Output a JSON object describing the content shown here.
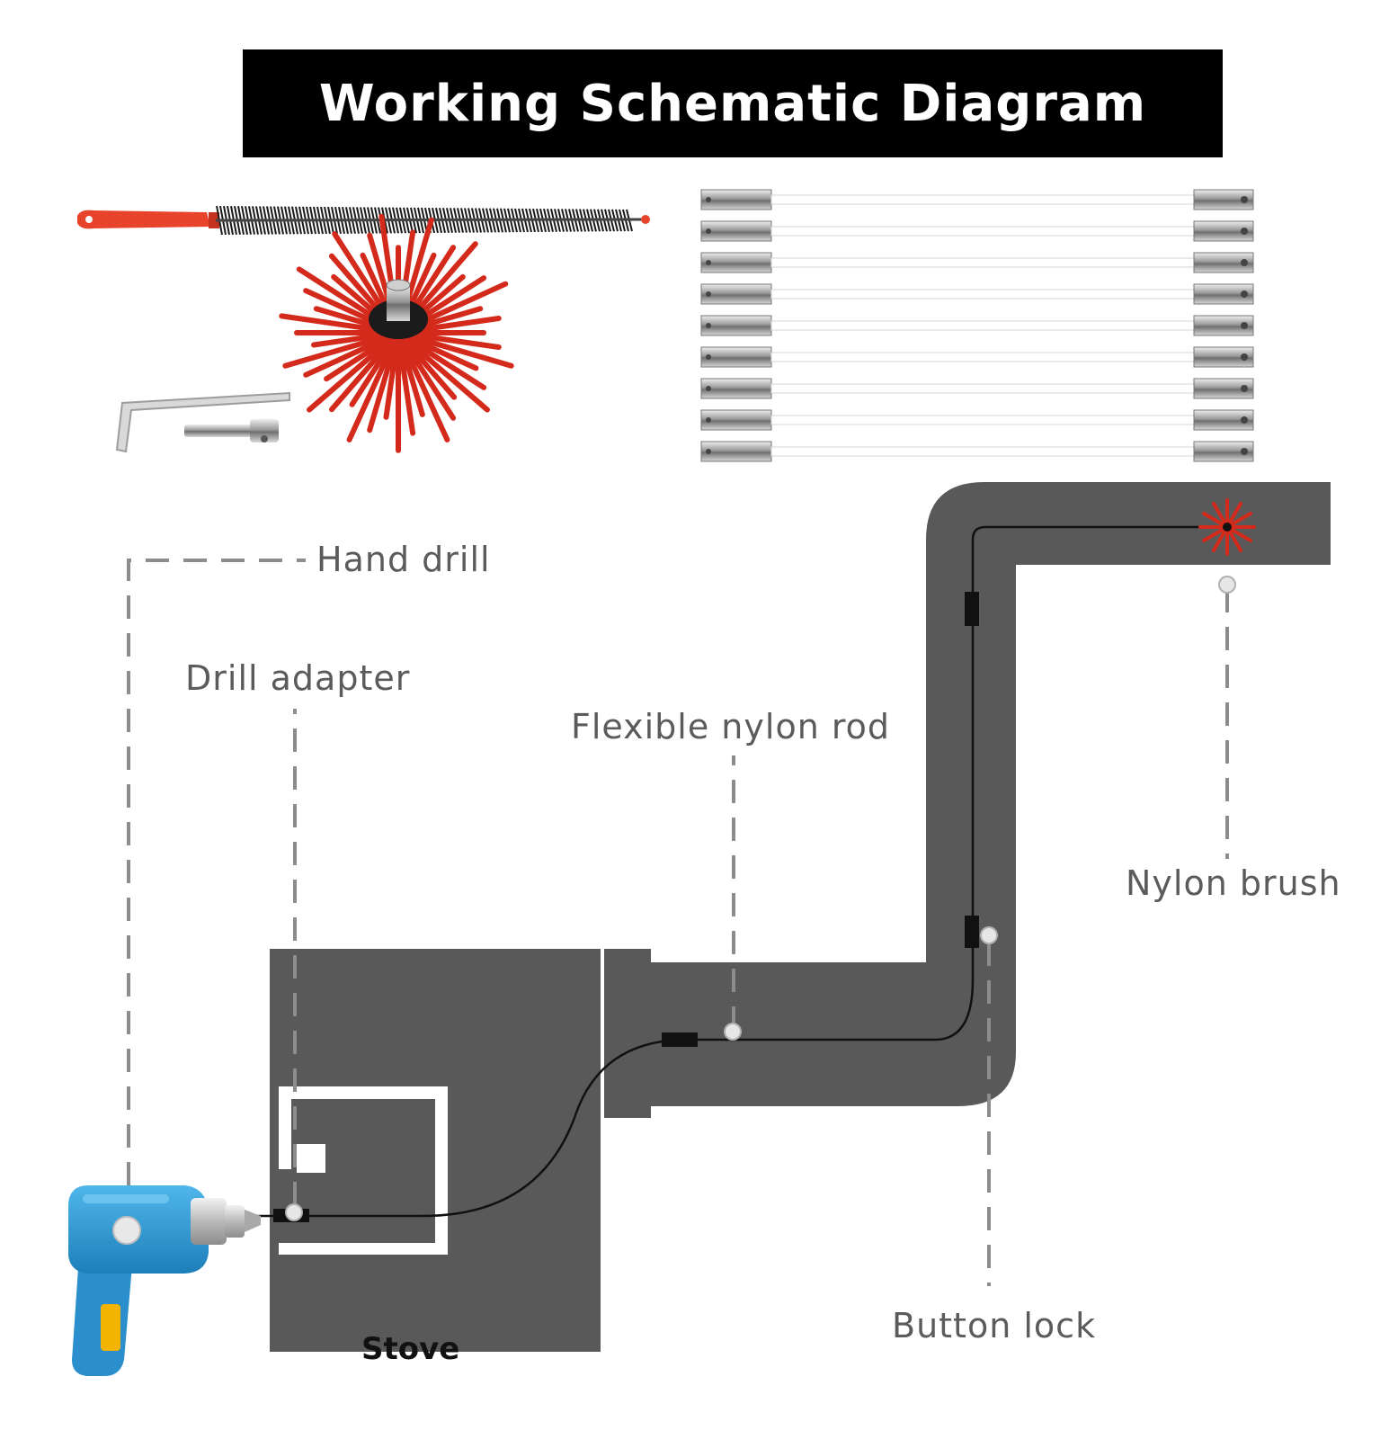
{
  "title": "Working Schematic Diagram",
  "labels": {
    "hand_drill": "Hand drill",
    "drill_adapter": "Drill adapter",
    "flexible_nylon_rod": "Flexible nylon rod",
    "nylon_brush": "Nylon brush",
    "button_lock": "Button lock",
    "stove": "Stove"
  },
  "rods": {
    "count": 9
  },
  "colors": {
    "duct": "#595959",
    "stove": "#595959",
    "brush_red": "#d42a1c",
    "drill_blue": "#2e9bd6",
    "drill_yellow": "#f2b400",
    "leader_line": "#8a8a8a",
    "title_bg": "#000000"
  },
  "icons": [
    "hand-drill-icon",
    "nylon-brush-icon",
    "long-lint-brush-icon",
    "allen-wrench-icon",
    "drill-adapter-icon"
  ]
}
